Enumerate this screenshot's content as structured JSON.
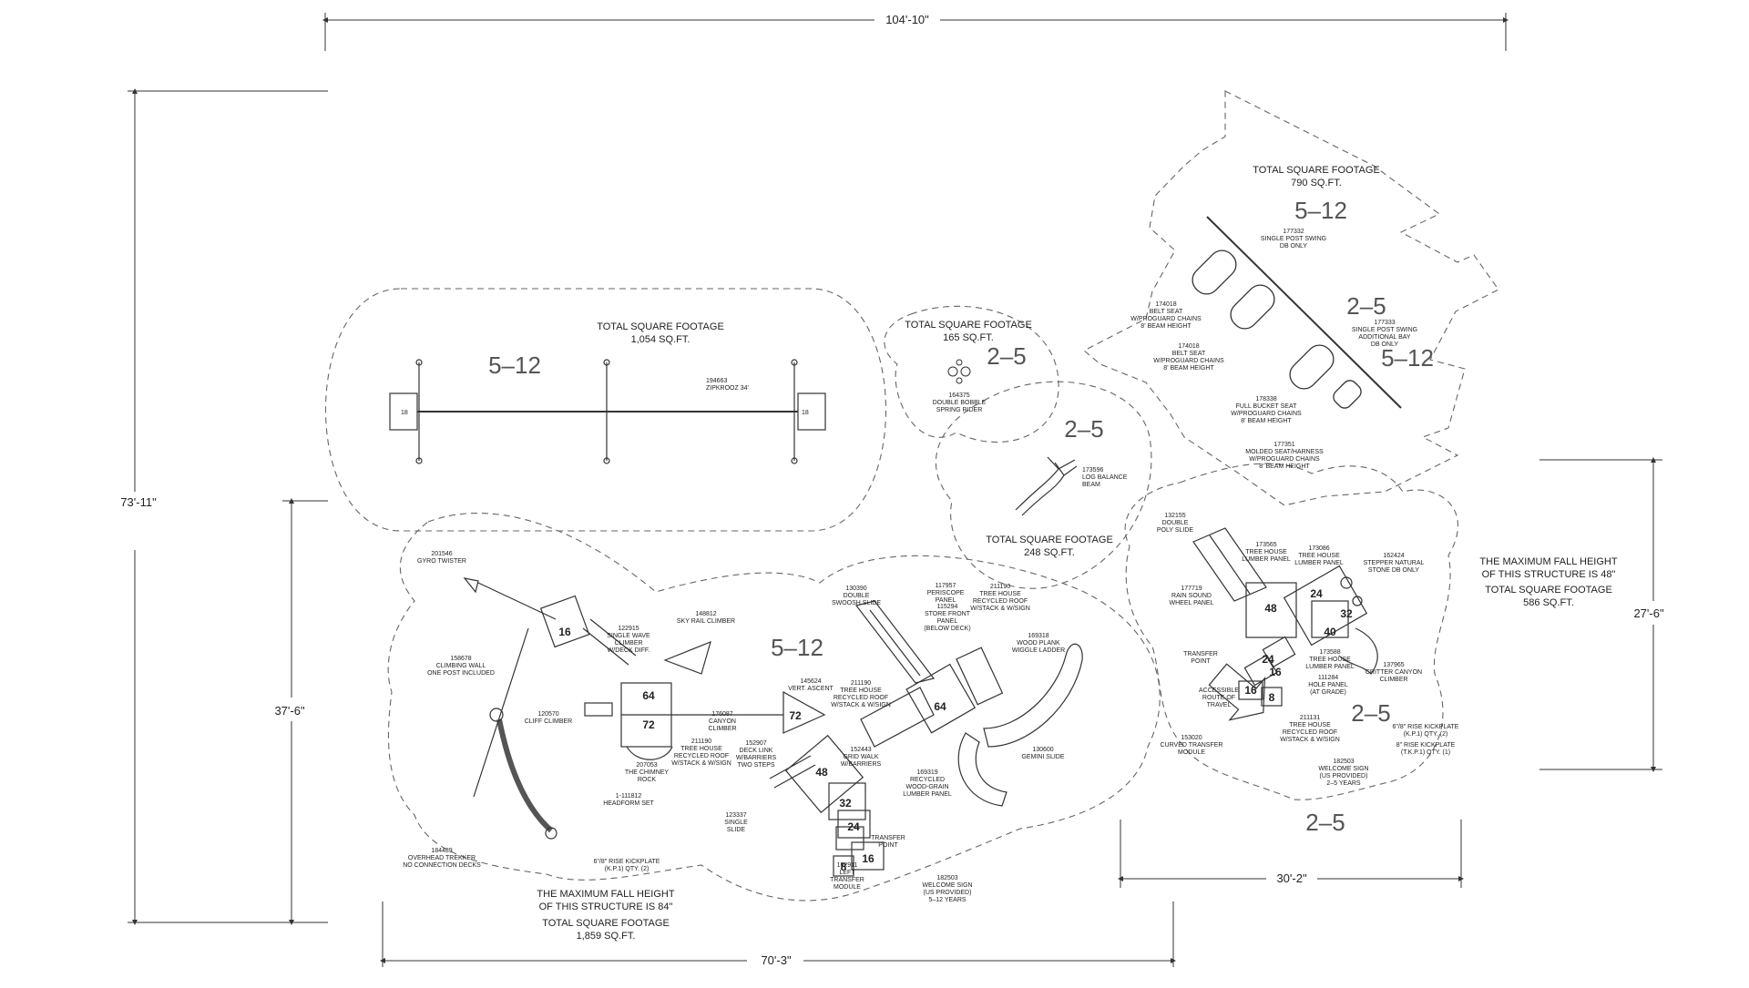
{
  "dimensions": {
    "top": "104'-10\"",
    "left_outer": "73'-11\"",
    "left_inner": "37'-6\"",
    "bottom_left": "70'-3\"",
    "bottom_right": "30'-2\"",
    "right": "27'-6\""
  },
  "zones": {
    "zipkrooz": {
      "title": "TOTAL SQUARE FOOTAGE",
      "sqft": "1,054 SQ.FT.",
      "age": "5–12",
      "item_code": "194663",
      "item_name": "ZIPKROOZ 34'",
      "end_left": "18",
      "end_right": "18"
    },
    "spring_rider": {
      "title": "TOTAL SQUARE FOOTAGE",
      "sqft": "165 SQ.FT.",
      "age": "2–5",
      "item_code": "164375",
      "item_name_1": "DOUBLE BOBBLE",
      "item_name_2": "SPRING RIDER"
    },
    "balance_beam": {
      "age": "2–5",
      "item_code": "173596",
      "item_name_1": "LOG BALANCE",
      "item_name_2": "BEAM",
      "title": "TOTAL SQUARE FOOTAGE",
      "sqft": "248 SQ.FT."
    },
    "swings": {
      "title": "TOTAL SQUARE FOOTAGE",
      "sqft": "790 SQ.FT.",
      "age_top": "5–12",
      "age_mid": "2–5",
      "age_right": "5–12",
      "labels": [
        [
          "177332",
          "SINGLE POST SWING",
          "DB ONLY"
        ],
        [
          "174018",
          "BELT SEAT",
          "W/PROGUARD CHAINS",
          "8' BEAM HEIGHT"
        ],
        [
          "174018",
          "BELT SEAT",
          "W/PROGUARD CHAINS",
          "8' BEAM HEIGHT"
        ],
        [
          "177333",
          "SINGLE POST SWING",
          "ADDITIONAL BAY",
          "DB ONLY"
        ],
        [
          "178338",
          "FULL BUCKET SEAT",
          "W/PROGUARD CHAINS",
          "8' BEAM HEIGHT"
        ],
        [
          "177351",
          "MOLDED SEAT/HARNESS",
          "W/PROGUARD CHAINS",
          "8' BEAM HEIGHT"
        ]
      ]
    },
    "big_structure": {
      "age": "5–12",
      "fall_1": "THE MAXIMUM FALL HEIGHT",
      "fall_2": "OF THIS STRUCTURE IS 84\"",
      "title": "TOTAL SQUARE FOOTAGE",
      "sqft": "1,859 SQ.FT.",
      "decks": [
        "16",
        "64",
        "72",
        "72",
        "64",
        "48",
        "32",
        "24",
        "16",
        "8"
      ],
      "labels": [
        [
          "201546",
          "GYRO TWISTER"
        ],
        [
          "122915",
          "SINGLE WAVE",
          "CLIMBER",
          "W/DECK DIFF."
        ],
        [
          "148812",
          "SKY RAIL CLIMBER"
        ],
        [
          "158678",
          "CLIMBING WALL",
          "ONE POST INCLUDED"
        ],
        [
          "120570",
          "CLIFF CLIMBER"
        ],
        [
          "176087",
          "CANYON",
          "CLIMBER"
        ],
        [
          "211190",
          "TREE HOUSE",
          "RECYCLED ROOF",
          "W/STACK & W/SIGN"
        ],
        [
          "207053",
          "THE CHIMNEY",
          "ROCK"
        ],
        [
          "1-111812",
          "HEADFORM SET"
        ],
        [
          "184489",
          "OVERHEAD TREKKER",
          "NO CONNECTION DECKS"
        ],
        [
          "6\"/8\" RISE KICKPLATE",
          "(K.P.1) QTY. (2)"
        ],
        [
          "130390",
          "DOUBLE",
          "SWOOSH SLIDE"
        ],
        [
          "145624",
          "VERT. ASCENT"
        ],
        [
          "211190",
          "TREE HOUSE",
          "RECYCLED ROOF",
          "W/STACK & W/SIGN"
        ],
        [
          "117957",
          "PERISCOPE",
          "PANEL"
        ],
        [
          "115294",
          "STORE FRONT",
          "PANEL",
          "(BELOW DECK)"
        ],
        [
          "211190",
          "TREE HOUSE",
          "RECYCLED ROOF",
          "W/STACK & W/SIGN"
        ],
        [
          "169318",
          "WOOD PLANK",
          "WIGGLE LADDER"
        ],
        [
          "152907",
          "DECK LINK",
          "W/BARRIERS",
          "TWO STEPS"
        ],
        [
          "152443",
          "GRID WALK",
          "W/BARRIERS"
        ],
        [
          "169319",
          "RECYCLED",
          "WOOD-GRAIN",
          "LUMBER PANEL"
        ],
        [
          "130600",
          "GEMINI SLIDE"
        ],
        [
          "123337",
          "SINGLE",
          "SLIDE"
        ],
        [
          "TRANSFER",
          "POINT"
        ],
        [
          "152911",
          "LEFT",
          "TRANSFER",
          "MODULE"
        ],
        [
          "182503",
          "WELCOME SIGN",
          "(US PROVIDED)",
          "5–12 YEARS"
        ]
      ]
    },
    "small_structure": {
      "fall_1": "THE MAXIMUM FALL HEIGHT",
      "fall_2": "OF THIS STRUCTURE IS 48\"",
      "title": "TOTAL SQUARE FOOTAGE",
      "sqft": "586 SQ.FT.",
      "age": "2–5",
      "age_outside": "2–5",
      "decks": [
        "48",
        "24",
        "32",
        "40",
        "16",
        "24",
        "16",
        "8"
      ],
      "labels": [
        [
          "132155",
          "DOUBLE",
          "POLY SLIDE"
        ],
        [
          "173565",
          "TREE HOUSE",
          "LUMBER PANEL"
        ],
        [
          "173086",
          "TREE HOUSE",
          "LUMBER PANEL"
        ],
        [
          "162424",
          "STEPPER NATURAL",
          "STONE DB ONLY"
        ],
        [
          "177719",
          "RAIN SOUND",
          "WHEEL PANEL"
        ],
        [
          "TRANSFER",
          "POINT"
        ],
        [
          "173588",
          "TREE HOUSE",
          "LUMBER PANEL"
        ],
        [
          "111284",
          "HOLE PANEL",
          "(AT GRADE)"
        ],
        [
          "137965",
          "CRITTER CANYON",
          "CLIMBER"
        ],
        [
          "ACCESSIBLE",
          "ROUTE OF",
          "TRAVEL"
        ],
        [
          "211131",
          "TREE HOUSE",
          "RECYCLED ROOF",
          "W/STACK & W/SIGN"
        ],
        [
          "153020",
          "CURVED TRANSFER",
          "MODULE"
        ],
        [
          "6\"/8\" RISE KICKPLATE",
          "(K.P.1) QTY. (2)"
        ],
        [
          "8\" RISE KICKPLATE",
          "(T.K.P.1) QTY. (1)"
        ],
        [
          "182503",
          "WELCOME SIGN",
          "(US PROVIDED)",
          "2–5 YEARS"
        ]
      ]
    }
  }
}
